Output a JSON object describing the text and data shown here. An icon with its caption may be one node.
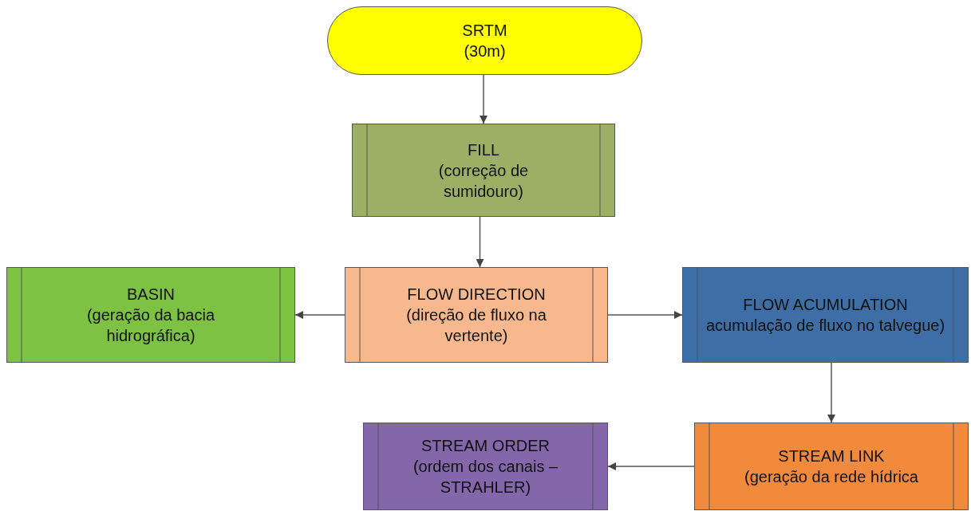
{
  "diagram": {
    "nodes": [
      {
        "text": [
          "SRTM",
          "(30m)"
        ]
      },
      {
        "text": [
          "FILL",
          "(correção de sumidouro)"
        ]
      },
      {
        "text": [
          "BASIN",
          "(geração da bacia hidrográfica)"
        ]
      },
      {
        "text": [
          "FLOW DIRECTION",
          "(direção de fluxo na vertente)"
        ]
      },
      {
        "text": [
          "FLOW ACUMULATION",
          "acumulação de fluxo no talvegue)"
        ]
      },
      {
        "text": [
          "STREAM LINK",
          "(geração da rede hídrica"
        ]
      },
      {
        "text": [
          "STREAM ORDER",
          "(ordem dos canais – STRAHLER)"
        ]
      }
    ],
    "edges": [
      {
        "from": 0,
        "to": 1,
        "arrow": "to"
      },
      {
        "from": 1,
        "to": 3,
        "arrow": "to"
      },
      {
        "from": 3,
        "to": 2,
        "arrow": "to"
      },
      {
        "from": 3,
        "to": 4,
        "arrow": "to"
      },
      {
        "from": 4,
        "to": 5,
        "arrow": "to"
      },
      {
        "from": 5,
        "to": 6,
        "arrow": "to"
      }
    ]
  }
}
